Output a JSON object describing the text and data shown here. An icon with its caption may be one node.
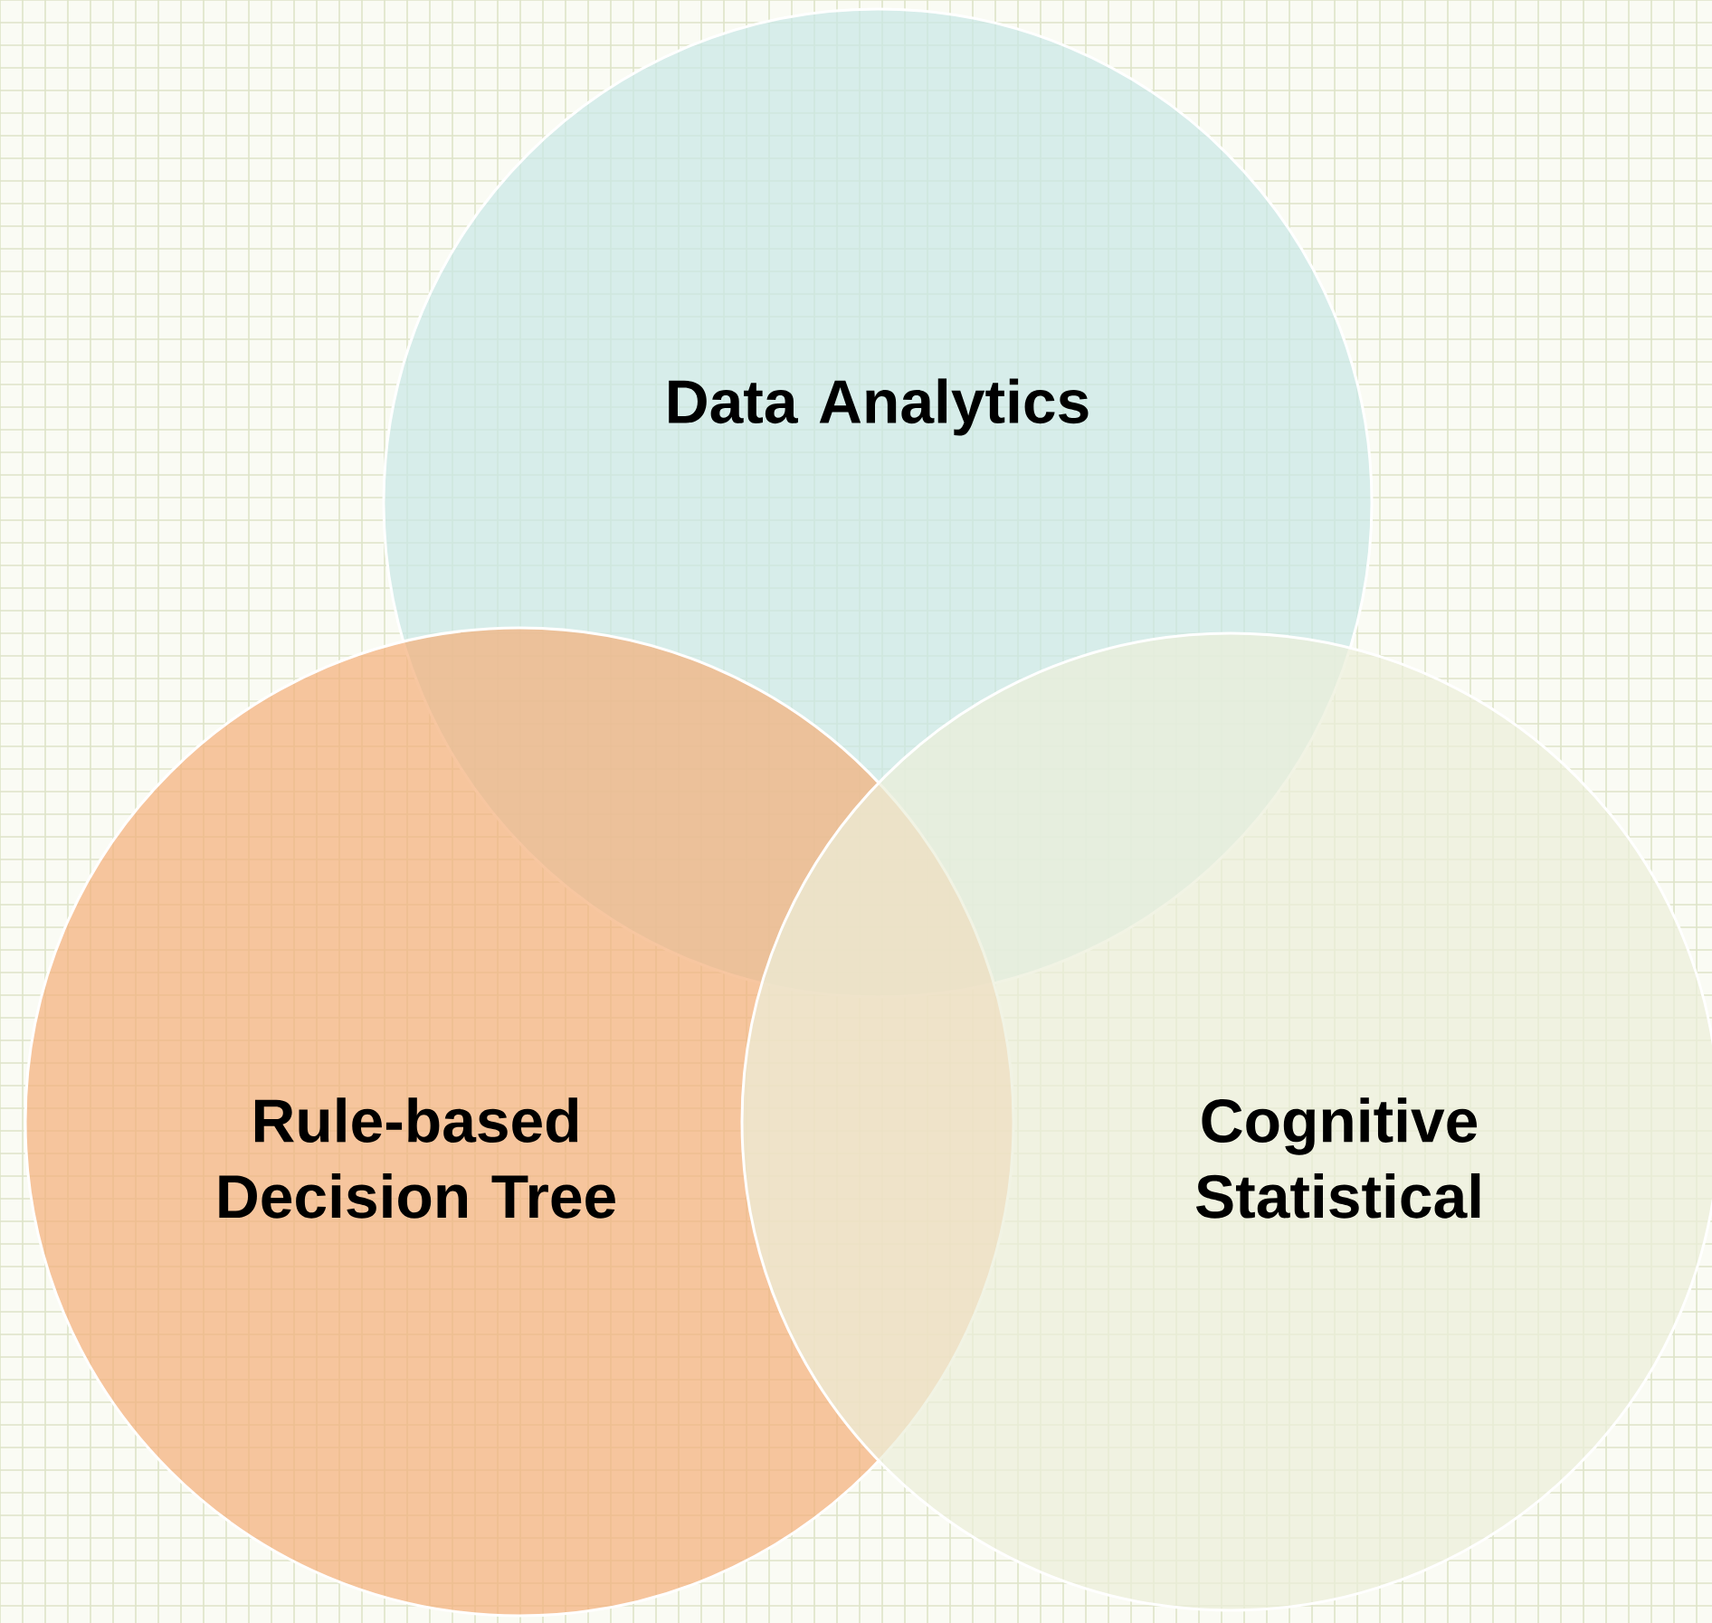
{
  "diagram": {
    "nodes": [
      {
        "text": [
          "Data Analytics"
        ]
      },
      {
        "text": [
          "Rule-based Decision Tree"
        ]
      },
      {
        "text": [
          "Cognitive Statistical"
        ]
      }
    ]
  }
}
